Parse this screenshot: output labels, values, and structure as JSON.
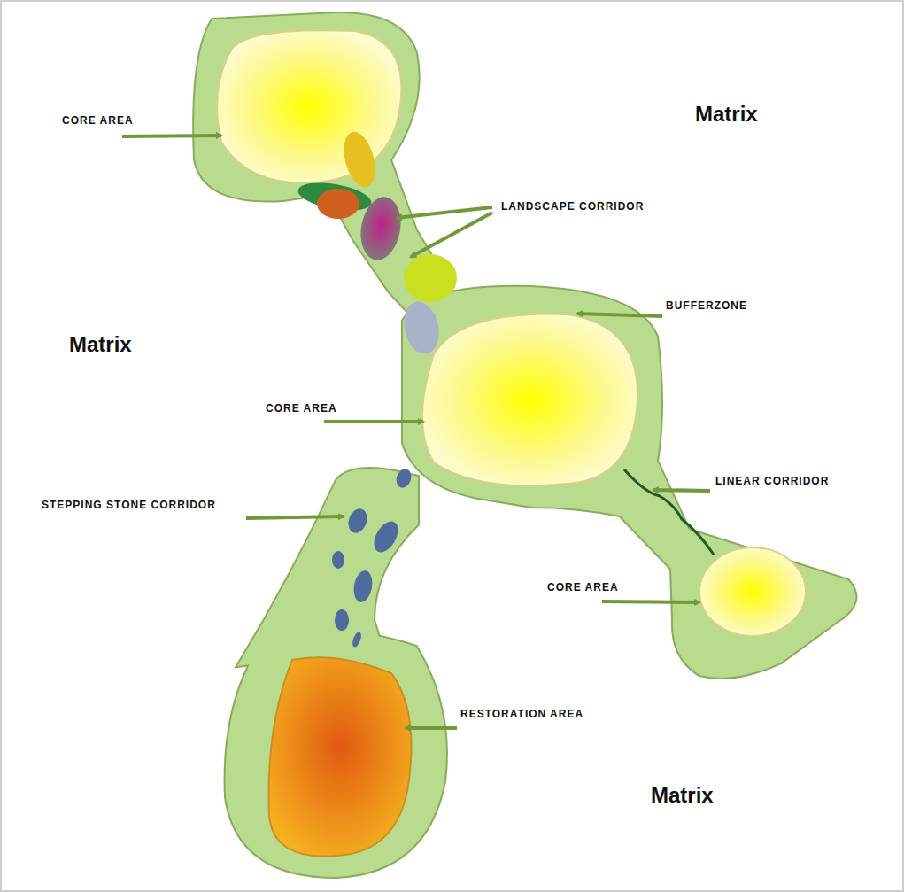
{
  "diagram": {
    "labels": [
      "CORE AREA",
      "Matrix",
      "LANDSCAPE CORRIDOR",
      "BUFFERZONE",
      "Matrix",
      "CORE AREA",
      "LINEAR CORRIDOR",
      "STEPPING STONE CORRIDOR",
      "CORE AREA",
      "RESTORATION AREA",
      "Matrix"
    ]
  }
}
